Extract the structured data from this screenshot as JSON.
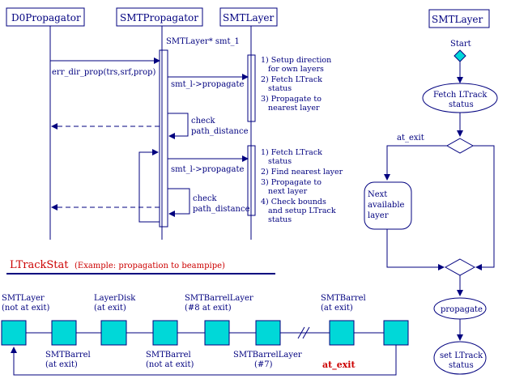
{
  "colors": {
    "navy": "#00007f",
    "cyan": "#00d8d8",
    "red": "#cc0000",
    "background": "#ffffff"
  },
  "sequence": {
    "participants": [
      "D0Propagator",
      "SMTPropagator",
      "SMTLayer"
    ],
    "object_label": "SMTLayer* smt_1",
    "messages": {
      "call1": "err_dir_prop(trs,srf,prop)",
      "propagate1": "smt_l->propagate",
      "check1": [
        "check",
        "path_distance"
      ],
      "propagate2": "smt_l->propagate",
      "check2": [
        "check",
        "path_distance"
      ]
    },
    "notes1": [
      "1) Setup direction",
      "for own layers",
      "2) Fetch LTrack",
      "status",
      "3) Propagate to",
      "nearest layer"
    ],
    "notes2": [
      "1) Fetch LTrack",
      "status",
      "2) Find nearest layer",
      "3) Propagate to",
      "next layer",
      "4) Check bounds",
      "and setup LTrack",
      "status"
    ]
  },
  "flowchart": {
    "title": "SMTLayer",
    "start": "Start",
    "fetch": [
      "Fetch LTrack",
      "status"
    ],
    "at_exit": "at_exit",
    "next": [
      "Next",
      "available",
      "layer"
    ],
    "propagate": "propagate",
    "set": [
      "set LTrack",
      "status"
    ]
  },
  "ltrackstat": {
    "title": "LTrackStat",
    "subtitle": "(Example: propagation to beampipe)",
    "top_labels": [
      [
        "SMTLayer",
        "(not at exit)"
      ],
      [
        "LayerDisk",
        "(at exit)"
      ],
      [
        "SMTBarrelLayer",
        "(#8 at exit)"
      ],
      [
        "SMTBarrel",
        "(at exit)"
      ]
    ],
    "bottom_labels": [
      [
        "SMTBarrel",
        "(at exit)"
      ],
      [
        "SMTBarrel",
        "(not at exit)"
      ],
      [
        "SMTBarrelLayer",
        "(#7)"
      ]
    ],
    "at_exit": "at_exit"
  }
}
